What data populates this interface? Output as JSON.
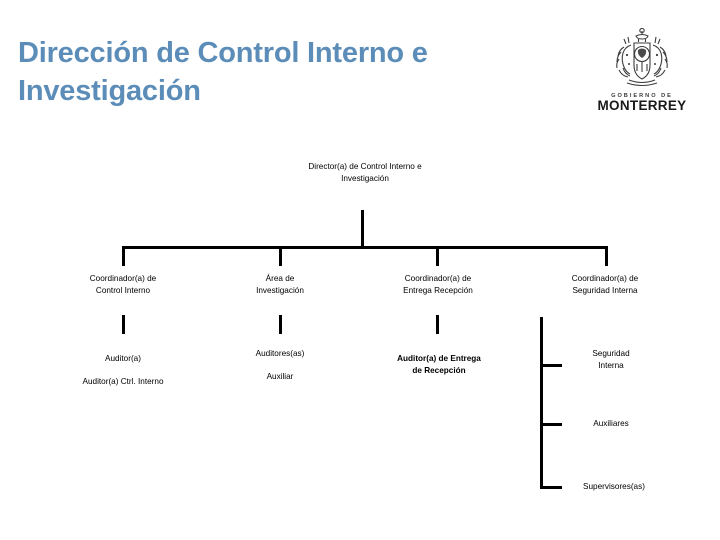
{
  "header": {
    "title": "Dirección de Control Interno e Investigación",
    "logo": {
      "name": "gobierno-de-monterrey-logo",
      "sub_text": "GOBIERNO DE",
      "main_text": "MONTERREY"
    }
  },
  "colors": {
    "title": "#5b8db8",
    "connector": "#000000",
    "node_text": "#000000",
    "background": "#ffffff"
  },
  "chart_data": {
    "type": "org-chart",
    "title": "Dirección de Control Interno e Investigación",
    "root": {
      "id": "director",
      "lines": [
        "Director(a) de Control Interno e",
        "Investigación"
      ]
    },
    "level2": [
      {
        "id": "coord-control-interno",
        "lines": [
          "Coordinador(a) de",
          "Control Interno"
        ]
      },
      {
        "id": "area-investigacion",
        "lines": [
          "Área de",
          "Investigación"
        ]
      },
      {
        "id": "coord-entrega-recepcion",
        "lines": [
          "Coordinador(a) de",
          "Entrega Recepción"
        ]
      },
      {
        "id": "coord-seguridad-interna",
        "lines": [
          "Coordinador(a) de",
          "Seguridad Interna"
        ]
      }
    ],
    "level3": [
      {
        "id": "auditor-control-interno",
        "parent": "coord-control-interno",
        "lines": [
          "Auditor(a)",
          "",
          "Auditor(a) Ctrl. Interno"
        ]
      },
      {
        "id": "auditores-auxiliar",
        "parent": "area-investigacion",
        "lines": [
          "Auditores(as)",
          "",
          "Auxiliar"
        ]
      },
      {
        "id": "auditor-entrega",
        "parent": "coord-entrega-recepcion",
        "lines": [
          "Auditor(a) de Entrega",
          "de Recepción"
        ]
      }
    ],
    "seguridad_branch": {
      "parent": "coord-seguridad-interna",
      "items": [
        {
          "id": "seguridad-interna",
          "lines": [
            "Seguridad",
            "Interna"
          ]
        },
        {
          "id": "auxiliares",
          "lines": [
            "Auxiliares"
          ]
        },
        {
          "id": "supervisores",
          "lines": [
            "Supervisores(as)"
          ]
        }
      ]
    }
  },
  "nodes": {
    "director": {
      "line1": "Director(a) de Control Interno e",
      "line2": "Investigación"
    },
    "coord_control_interno": {
      "line1": "Coordinador(a) de",
      "line2": "Control Interno"
    },
    "area_investigacion": {
      "line1": "Área de",
      "line2": "Investigación"
    },
    "coord_entrega_recepcion": {
      "line1": "Coordinador(a) de",
      "line2": "Entrega Recepción"
    },
    "coord_seguridad_interna": {
      "line1": "Coordinador(a) de",
      "line2": "Seguridad Interna"
    },
    "auditor_ctrl": {
      "line1": "Auditor(a)",
      "line2": "Auditor(a) Ctrl. Interno"
    },
    "auditores_auxiliar": {
      "line1": "Auditores(as)",
      "line2": "Auxiliar"
    },
    "auditor_entrega": {
      "line1": "Auditor(a) de Entrega",
      "line2": "de Recepción"
    },
    "seguridad_interna": {
      "line1": "Seguridad",
      "line2": "Interna"
    },
    "auxiliares": {
      "line1": "Auxiliares"
    },
    "supervisores": {
      "line1": "Supervisores(as)"
    }
  }
}
